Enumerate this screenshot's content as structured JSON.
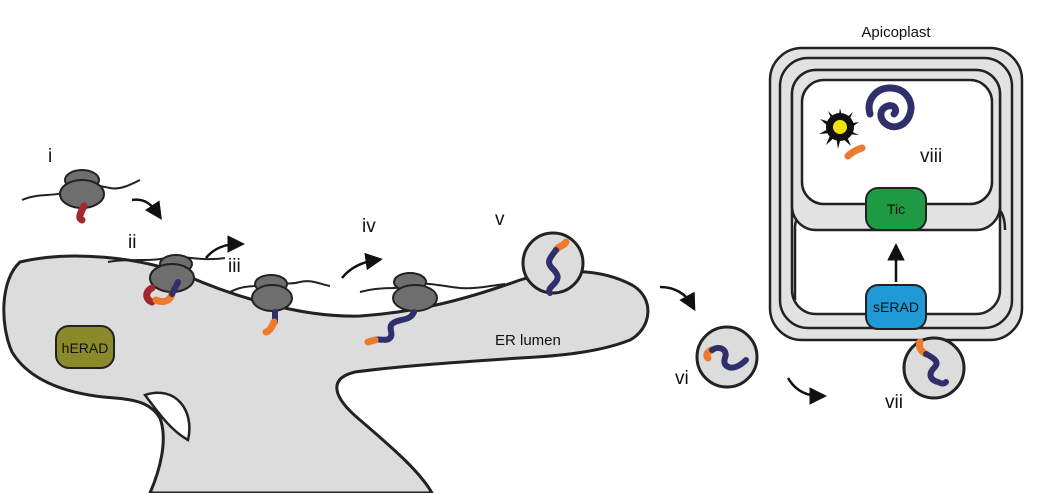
{
  "title": "Apicoplast",
  "steps": {
    "i": "i",
    "ii": "ii",
    "iii": "iii",
    "iv": "iv",
    "v": "v",
    "vi": "vi",
    "vii": "vii",
    "viii": "viii"
  },
  "regions": {
    "er_lumen": "ER lumen"
  },
  "complexes": {
    "herad": "hERAD",
    "serad": "sERAD",
    "tic": "Tic"
  },
  "colors": {
    "er_fill": "#dcdcdc",
    "ribosome": "#6e6e6e",
    "signal_peptide": "#a3282c",
    "transit_peptide": "#ee7b2b",
    "mature_protein": "#2f2f6b",
    "herad": "#8a8a2a",
    "serad": "#1f9ad6",
    "tic": "#1e9a42",
    "membrane_fill": "#e2e2e2",
    "stromal_star": "#f2e20a"
  }
}
